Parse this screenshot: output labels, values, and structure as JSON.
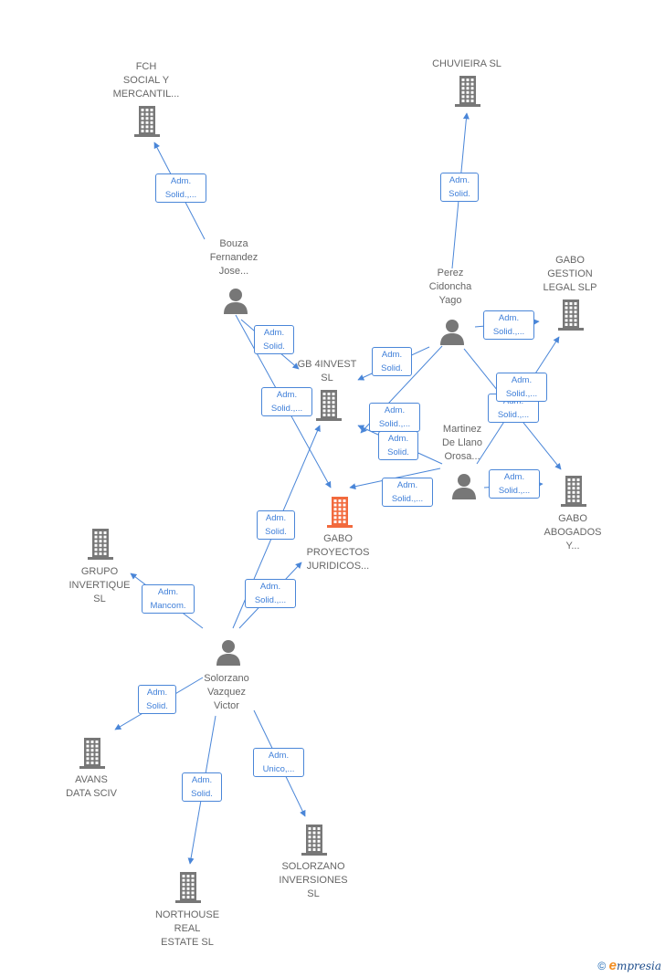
{
  "nodes": [
    {
      "id": "gabo_proyectos",
      "label": "GABO\nPROYECTOS\nJURIDICOS...",
      "kind": "company",
      "main": true,
      "icon": "building-icon"
    },
    {
      "id": "gb4invest",
      "label": "GB 4INVEST\nSL",
      "kind": "company",
      "icon": "building-icon"
    },
    {
      "id": "fch",
      "label": "FCH\nSOCIAL Y\nMERCANTIL...",
      "kind": "company",
      "icon": "building-icon"
    },
    {
      "id": "chuvieira",
      "label": "CHUVIEIRA SL",
      "kind": "company",
      "icon": "building-icon"
    },
    {
      "id": "gabo_gestion",
      "label": "GABO\nGESTION\nLEGAL  SLP",
      "kind": "company",
      "icon": "building-icon"
    },
    {
      "id": "gabo_abogados",
      "label": "GABO\nABOGADOS\nY...",
      "kind": "company",
      "icon": "building-icon"
    },
    {
      "id": "grupo_invertique",
      "label": "GRUPO\nINVERTIQUE\nSL",
      "kind": "company",
      "icon": "building-icon"
    },
    {
      "id": "avans",
      "label": "AVANS\nDATA SCIV",
      "kind": "company",
      "icon": "building-icon"
    },
    {
      "id": "northouse",
      "label": "NORTHOUSE\nREAL\nESTATE  SL",
      "kind": "company",
      "icon": "building-icon"
    },
    {
      "id": "solorzano_inv",
      "label": "SOLORZANO\nINVERSIONES\nSL",
      "kind": "company",
      "icon": "building-icon"
    },
    {
      "id": "bouza",
      "label": "Bouza\nFernandez\nJose...",
      "kind": "person",
      "icon": "person-icon"
    },
    {
      "id": "perez",
      "label": "Perez\nCidoncha\nYago",
      "kind": "person",
      "icon": "person-icon"
    },
    {
      "id": "martinez",
      "label": "Martinez\nDe Llano\nOrosa...",
      "kind": "person",
      "icon": "person-icon"
    },
    {
      "id": "solorzano",
      "label": "Solorzano\nVazquez\nVictor",
      "kind": "person",
      "icon": "person-icon"
    }
  ],
  "edges": [
    {
      "id": "e1",
      "from": "bouza",
      "to": "fch",
      "label": "Adm.\nSolid.,..."
    },
    {
      "id": "e2",
      "from": "bouza",
      "to": "gb4invest",
      "label": "Adm.\nSolid."
    },
    {
      "id": "e3",
      "from": "bouza",
      "to": "gabo_proyectos",
      "label": "Adm.\nSolid.,..."
    },
    {
      "id": "e4",
      "from": "perez",
      "to": "chuvieira",
      "label": "Adm.\nSolid."
    },
    {
      "id": "e5",
      "from": "perez",
      "to": "gabo_gestion",
      "label": "Adm.\nSolid.,..."
    },
    {
      "id": "e6",
      "from": "perez",
      "to": "gb4invest",
      "label": "Adm.\nSolid."
    },
    {
      "id": "e7",
      "from": "perez",
      "to": "gabo_proyectos",
      "label": "Adm.\nSolid.,..."
    },
    {
      "id": "e8",
      "from": "perez",
      "to": "gabo_abogados",
      "label": "Adm.\nSolid.,..."
    },
    {
      "id": "e9",
      "from": "martinez",
      "to": "gb4invest",
      "label": "Adm.\nSolid."
    },
    {
      "id": "e10",
      "from": "martinez",
      "to": "gabo_proyectos",
      "label": "Adm.\nSolid.,..."
    },
    {
      "id": "e11",
      "from": "martinez",
      "to": "gabo_gestion",
      "label": "Adm.\nSolid.,..."
    },
    {
      "id": "e12",
      "from": "martinez",
      "to": "gabo_abogados",
      "label": "Adm.\nSolid.,..."
    },
    {
      "id": "e13",
      "from": "solorzano",
      "to": "gb4invest",
      "label": "Adm.\nSolid."
    },
    {
      "id": "e14",
      "from": "solorzano",
      "to": "gabo_proyectos",
      "label": "Adm.\nSolid.,..."
    },
    {
      "id": "e15",
      "from": "solorzano",
      "to": "grupo_invertique",
      "label": "Adm.\nMancom."
    },
    {
      "id": "e16",
      "from": "solorzano",
      "to": "avans",
      "label": "Adm.\nSolid."
    },
    {
      "id": "e17",
      "from": "solorzano",
      "to": "northouse",
      "label": "Adm.\nSolid."
    },
    {
      "id": "e18",
      "from": "solorzano",
      "to": "solorzano_inv",
      "label": "Adm.\nUnico,..."
    }
  ],
  "colors": {
    "edge": "#4a86d8",
    "edge_label_text": "#3f7fd9",
    "icon": "#777777",
    "main_icon": "#f26a3d",
    "label": "#666666"
  },
  "brand": {
    "copyright": "©",
    "e": "e",
    "rest": "mpresia"
  }
}
